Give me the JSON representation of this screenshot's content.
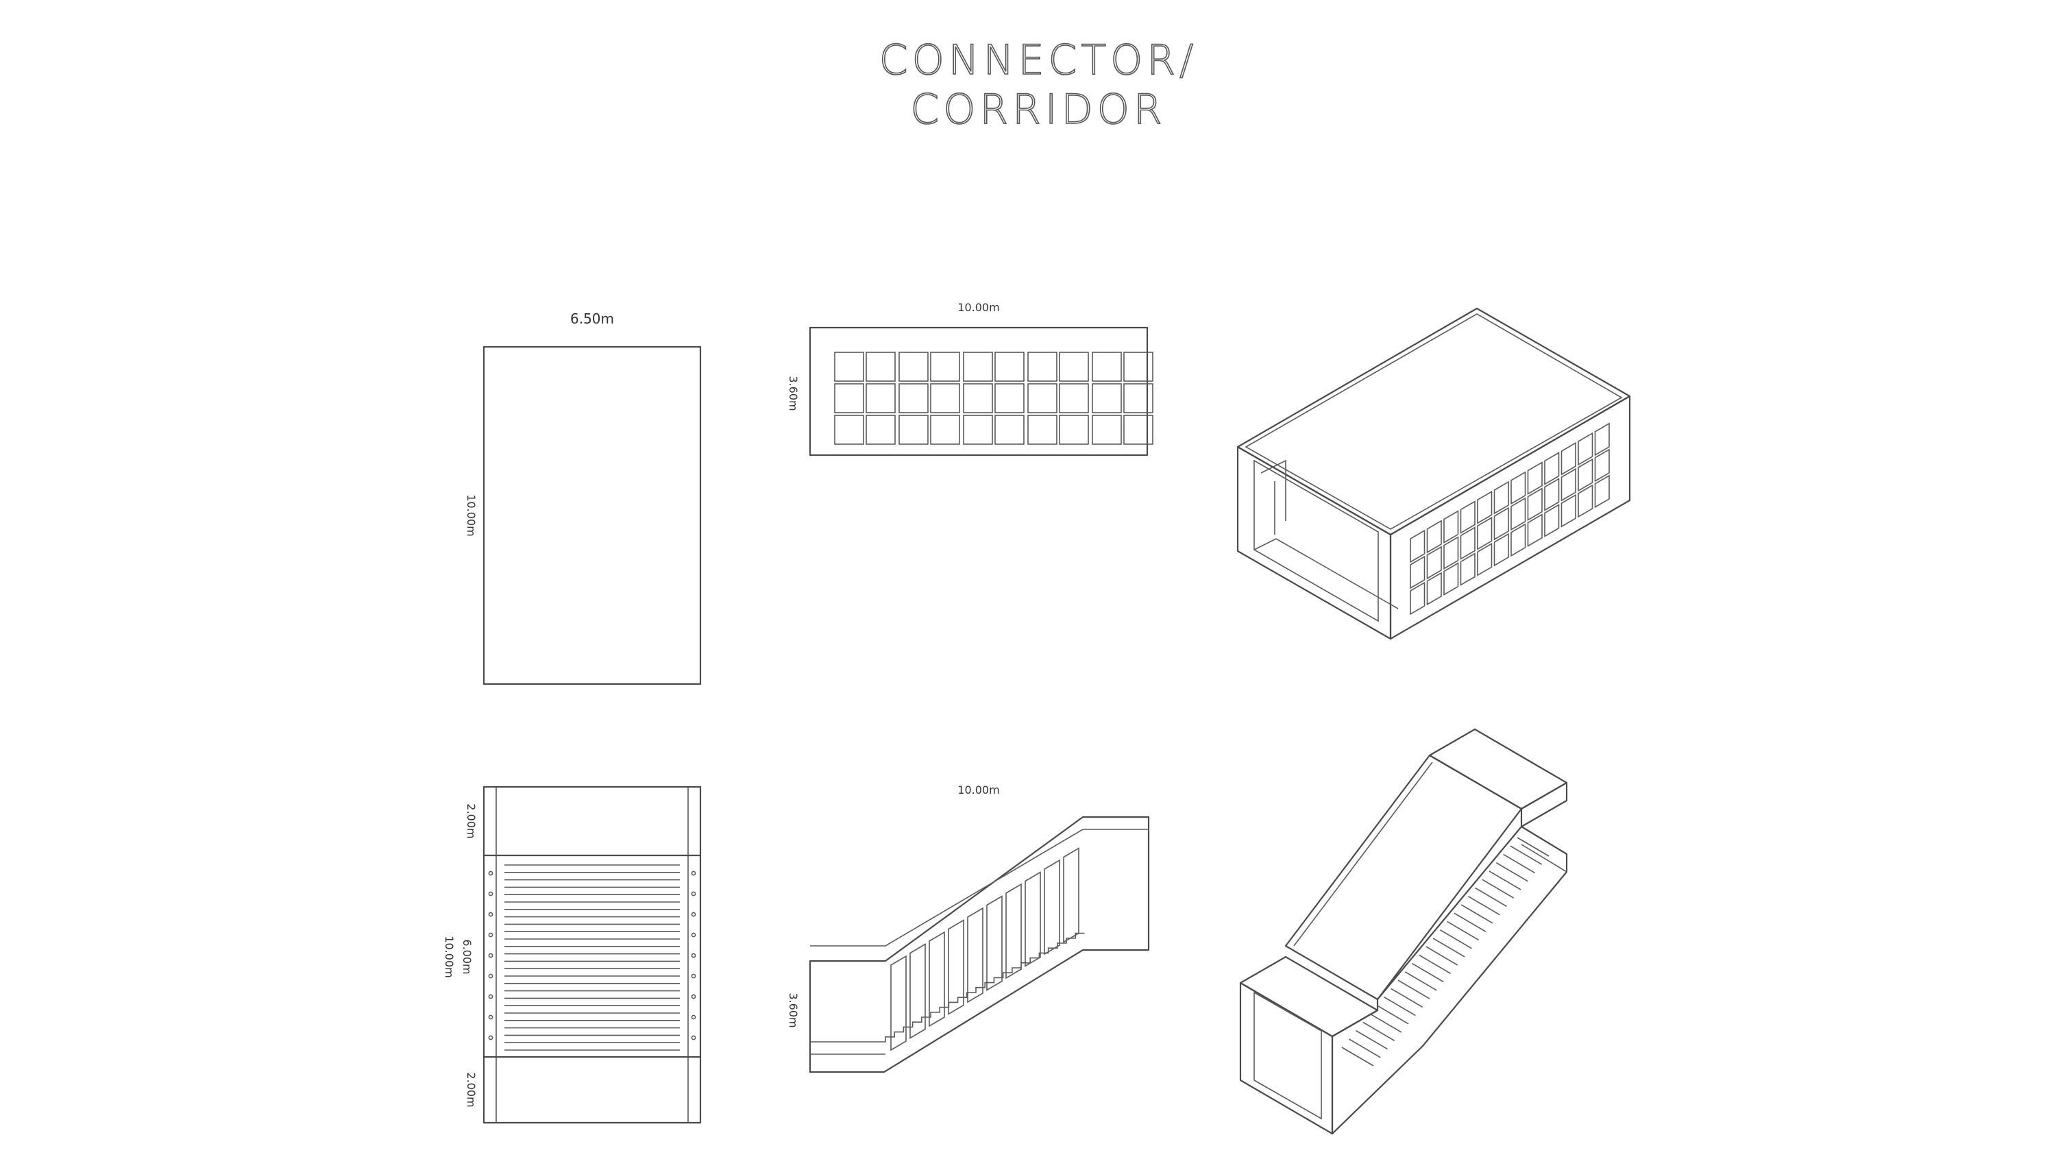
{
  "title": {
    "line1": "CONNECTOR/",
    "line2": "CORRIDOR"
  },
  "corridor": {
    "plan_width_label": "6.50m",
    "plan_length_label": "10.00m",
    "elevation_length_label": "10.00m",
    "elevation_height_label": "3.60m"
  },
  "stair": {
    "top_landing_label": "2.00m",
    "total_length_label": "10.00m",
    "flight_length_label": "6.00m",
    "bottom_landing_label": "2.00m",
    "elevation_length_label": "10.00m",
    "elevation_height_label": "3.60m"
  },
  "colors": {
    "line": "#4a4a4a",
    "background": "#ffffff"
  }
}
